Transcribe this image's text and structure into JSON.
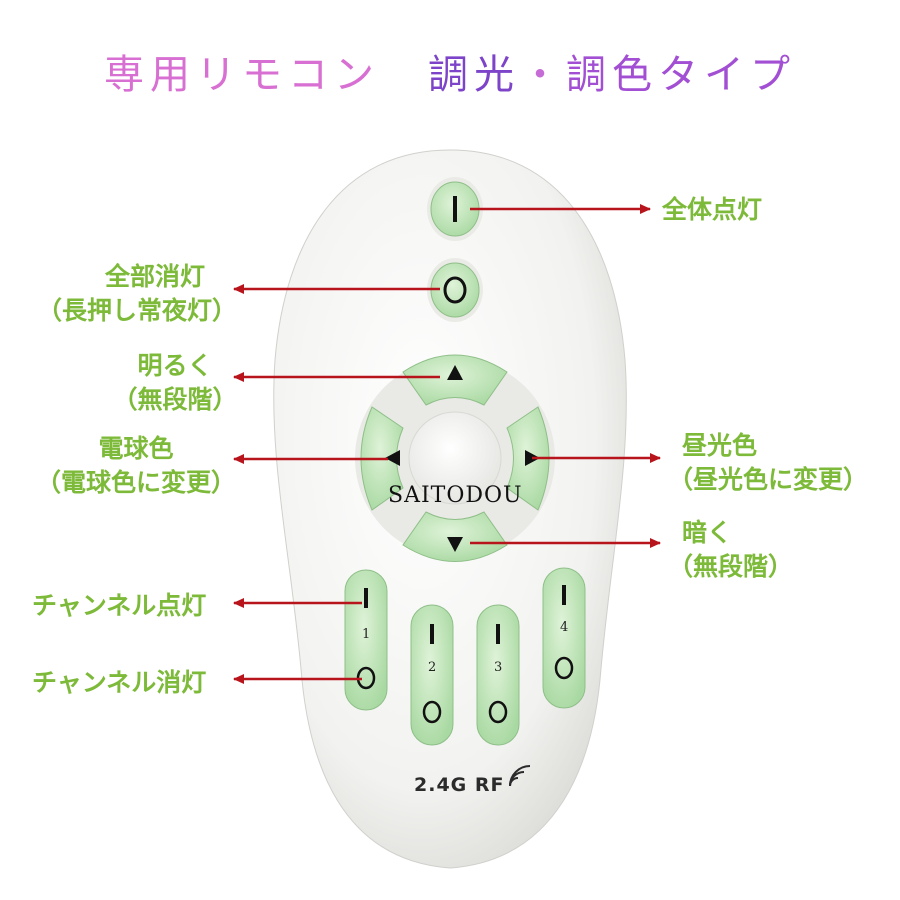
{
  "title": {
    "part1": "専用リモコン",
    "part2": "調光",
    "dot": "・",
    "part3": "調色タイプ"
  },
  "labels": {
    "all_on": "全体点灯",
    "all_off_line1": "全部消灯",
    "all_off_line2": "（長押し常夜灯）",
    "brighter_line1": "明るく",
    "brighter_line2": "（無段階）",
    "warm_line1": "電球色",
    "warm_line2": "（電球色に変更）",
    "daylight_line1": "昼光色",
    "daylight_line2": "（昼光色に変更）",
    "darker_line1": "暗く",
    "darker_line2": "（無段階）",
    "channel_on": "チャンネル点灯",
    "channel_off": "チャンネル消灯"
  },
  "remote": {
    "brand": "SAITODOU",
    "rf_label": "2.4G RF",
    "channel_numbers": [
      "1",
      "2",
      "3",
      "4"
    ]
  },
  "colors": {
    "label_green": "#7dba3a",
    "arrow_red": "#b7141c",
    "button_green": "#b4dfae"
  }
}
